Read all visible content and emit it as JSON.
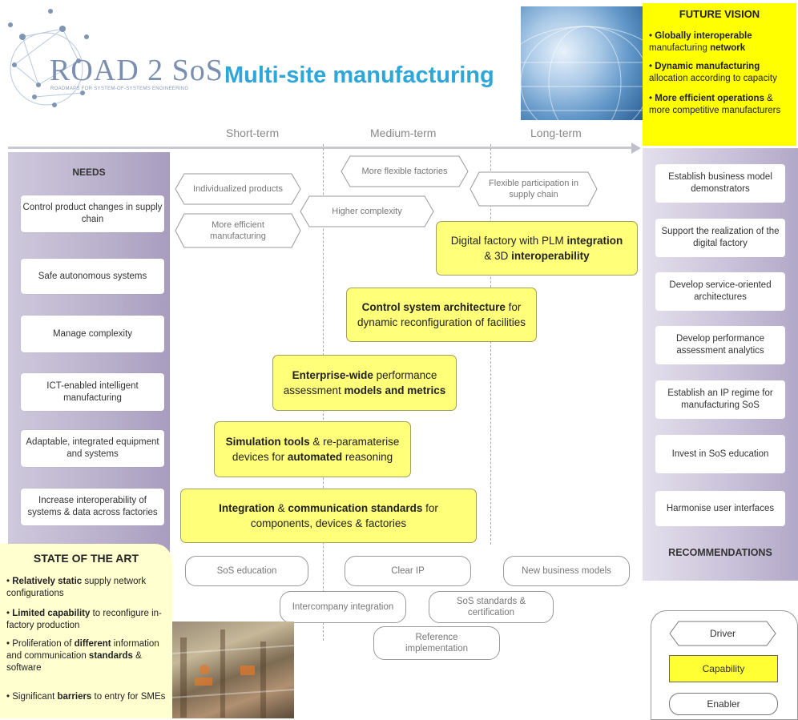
{
  "header": {
    "logo_text": "ROAD 2 SoS",
    "logo_subtitle": "ROADMAPS FOR SYSTEM-OF-SYSTEMS ENGINEERING",
    "title": "Multi-site manufacturing"
  },
  "future_vision": {
    "title": "FUTURE VISION",
    "items": [
      {
        "bold1": "Globally interoperable",
        "text1": " manufacturing ",
        "bold2": "network",
        "text2": ""
      },
      {
        "bold1": "Dynamic manufacturing",
        "text1": " allocation according to capacity",
        "bold2": "",
        "text2": ""
      },
      {
        "bold1": "More efficient operations",
        "text1": " & more competitive manufacturers",
        "bold2": "",
        "text2": ""
      }
    ]
  },
  "timeline": {
    "short": "Short-term",
    "medium": "Medium-term",
    "long": "Long-term"
  },
  "needs": {
    "title": "NEEDS",
    "items": [
      "Control product changes in supply chain",
      "Safe autonomous systems",
      "Manage complexity",
      "ICT-enabled intelligent manufacturing",
      "Adaptable, integrated equipment and systems",
      "Increase interoperability of systems & data across factories"
    ]
  },
  "drivers": [
    "Individualized products",
    "More efficient manufacturing",
    "More flexible factories",
    "Higher complexity",
    "Flexible participation in supply chain"
  ],
  "capabilities": [
    {
      "pre": "Digital factory with PLM ",
      "b1": "integration",
      "mid": " & 3D ",
      "b2": "interoperability",
      "post": ""
    },
    {
      "pre": "",
      "b1": "Control system architecture",
      "mid": " for dynamic reconfiguration of facilities",
      "b2": "",
      "post": ""
    },
    {
      "pre": "",
      "b1": "Enterprise-wide",
      "mid": " performance assessment ",
      "b2": "models and metrics",
      "post": ""
    },
    {
      "pre": "",
      "b1": "Simulation tools",
      "mid": " & re-paramaterise devices for ",
      "b2": "automated",
      "post": " reasoning"
    },
    {
      "pre": "",
      "b1": "Integration",
      "mid": " & ",
      "b2": "communication standards",
      "post": " for components, devices & factories"
    }
  ],
  "enablers": [
    "SoS education",
    "Clear IP",
    "New business models",
    "Intercompany integration",
    "SoS standards & certification",
    "Reference implementation"
  ],
  "recommendations": {
    "title": "RECOMMENDATIONS",
    "items": [
      "Establish business model demonstrators",
      "Support the realization of the digital factory",
      "Develop service-oriented architectures",
      "Develop performance assessment analytics",
      "Establish an IP regime for manufacturing SoS",
      "Invest in SoS education",
      "Harmonise user interfaces"
    ]
  },
  "state_of_the_art": {
    "title": "STATE OF THE ART",
    "items": [
      {
        "b": "Relatively static",
        "t": " supply network configurations"
      },
      {
        "b": "Limited capability",
        "t": " to reconfigure in-factory production"
      },
      {
        "b": "",
        "t": "Proliferation of ",
        "b2": "different",
        "t2": " information and communication ",
        "b3": "standards",
        "t3": " & software"
      },
      {
        "b": "",
        "t": "Significant ",
        "b2": "barriers",
        "t2": " to entry for SMEs"
      }
    ]
  },
  "legend": {
    "driver": "Driver",
    "capability": "Capability",
    "enabler": "Enabler"
  },
  "colors": {
    "capability_fill": "#ffff7a",
    "future_vision_bg": "#ffff00",
    "title_blue": "#2ea6d8",
    "panel_purple": "#b9b1cc"
  }
}
